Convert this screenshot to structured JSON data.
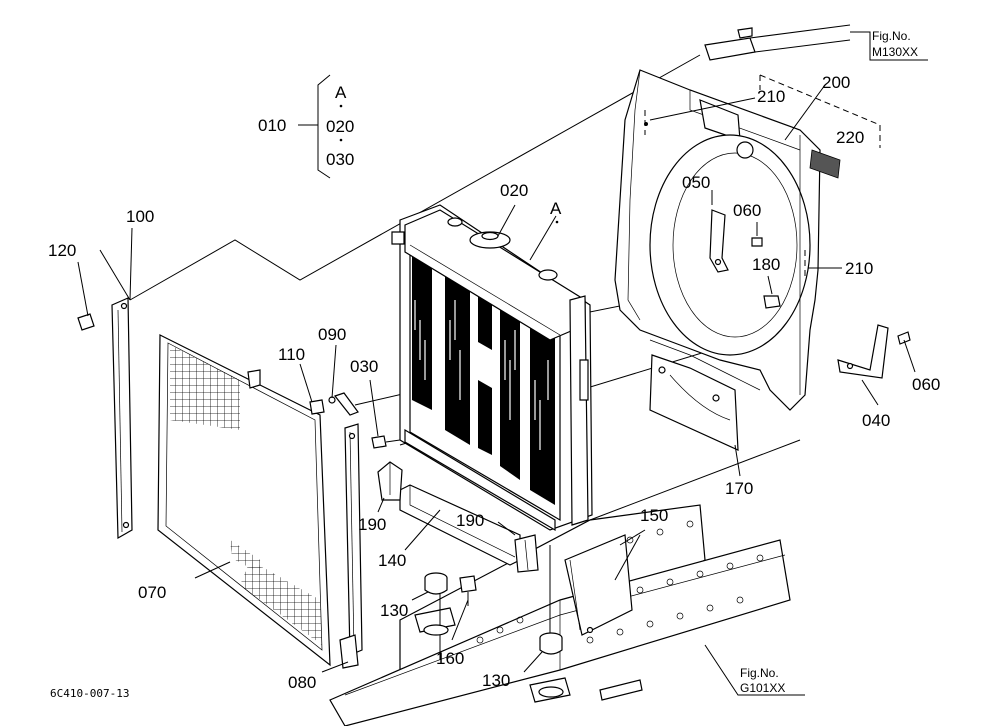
{
  "labels": {
    "p010": "010",
    "p020": "020",
    "p020b": "020",
    "p030": "030",
    "p030b": "030",
    "grpA": "A",
    "ptA": "A",
    "p040": "040",
    "p050": "050",
    "p060a": "060",
    "p060b": "060",
    "p070": "070",
    "p080": "080",
    "p090": "090",
    "p100": "100",
    "p110": "110",
    "p120": "120",
    "p130a": "130",
    "p130b": "130",
    "p140": "140",
    "p150": "150",
    "p160": "160",
    "p170": "170",
    "p180": "180",
    "p190a": "190",
    "p190b": "190",
    "p200": "200",
    "p210a": "210",
    "p210b": "210",
    "p220": "220"
  },
  "refs": {
    "top_fig": "Fig.No.",
    "top_code": "M130XX",
    "bottom_fig": "Fig.No.",
    "bottom_code": "G101XX"
  },
  "drawing_code": "6C410-007-13"
}
